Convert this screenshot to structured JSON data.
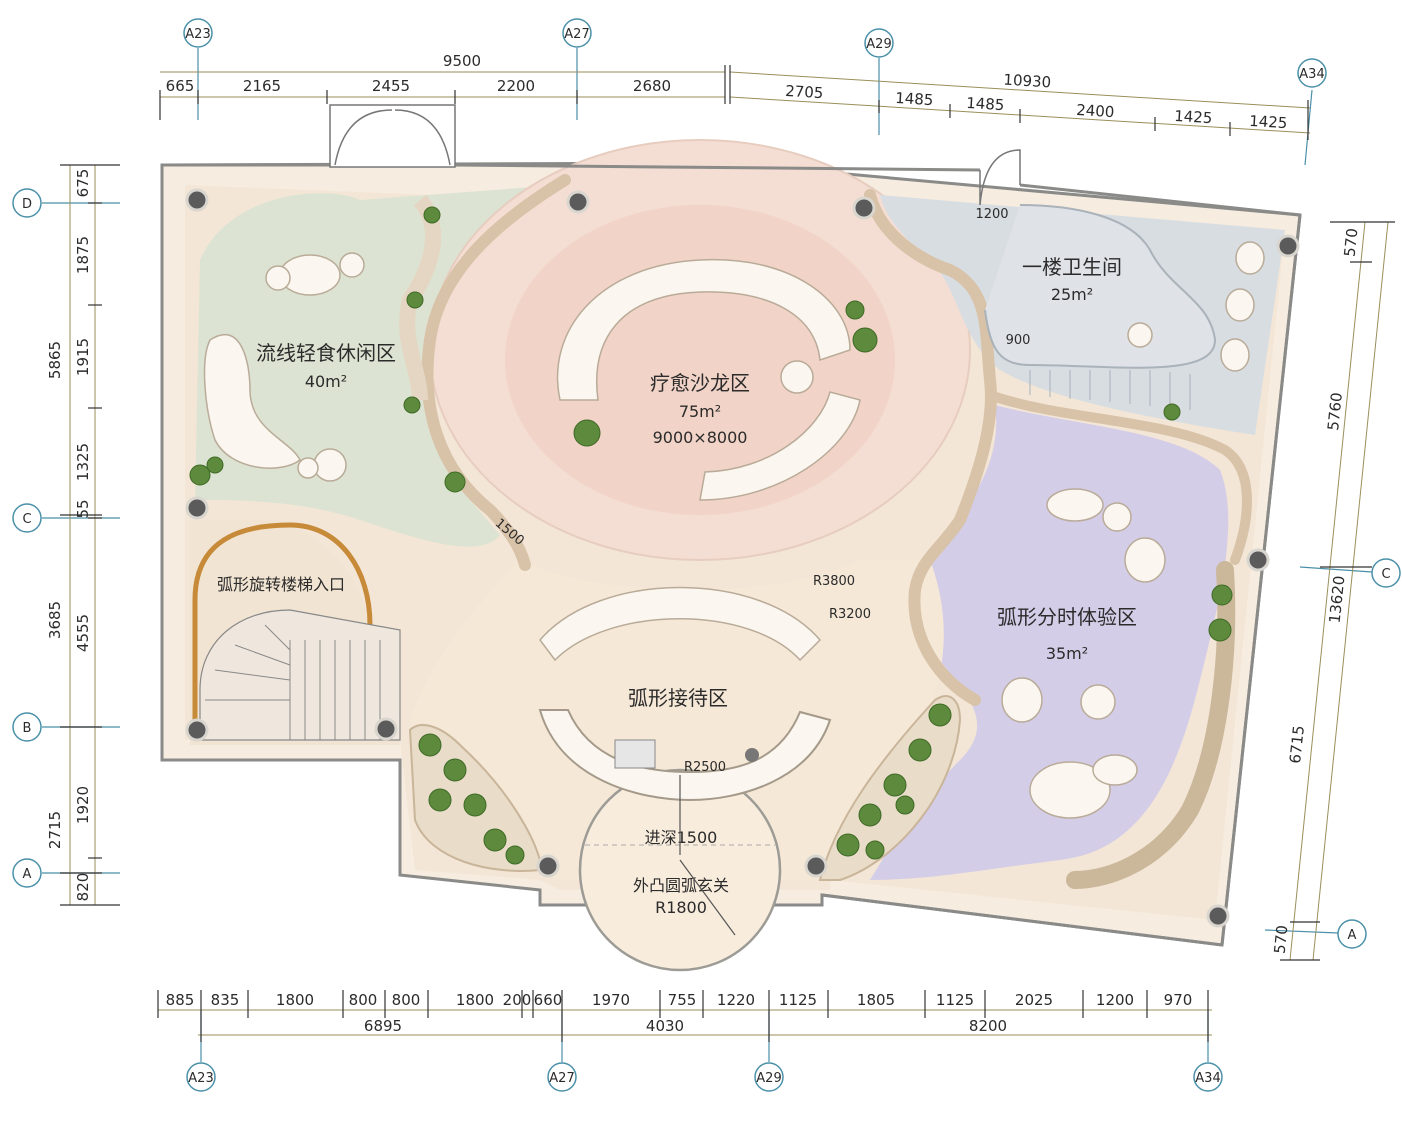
{
  "grid": {
    "a23": "A23",
    "a27": "A27",
    "a29": "A29",
    "a34": "A34",
    "d": "D",
    "c": "C",
    "b": "B",
    "a": "A"
  },
  "top_dims": {
    "total_left": "9500",
    "total_right": "10930",
    "left": [
      "665",
      "2165",
      "2455",
      "2200",
      "2680"
    ],
    "right": [
      "2705",
      "1485",
      "1485",
      "2400",
      "1425",
      "1425"
    ]
  },
  "bottom_dims": {
    "segments": [
      "885",
      "835",
      "1800",
      "800",
      "800",
      "1800",
      "200",
      "660",
      "1970",
      "755",
      "1220",
      "1125",
      "1805",
      "1125",
      "2025",
      "1200",
      "970"
    ],
    "totals": [
      "6895",
      "4030",
      "8200"
    ]
  },
  "left_dims": {
    "outer": [
      "5865",
      "3685",
      "2715"
    ],
    "inner": [
      "675",
      "1875",
      "1915",
      "1325",
      "55",
      "4555",
      "1920",
      "820"
    ]
  },
  "right_dims": {
    "outer": [
      "570",
      "5760",
      "13620",
      "6715",
      "570"
    ]
  },
  "rooms": {
    "salon": {
      "name": "疗愈沙龙区",
      "area": "75m²",
      "size": "9000×8000"
    },
    "snack": {
      "name": "流线轻食休闲区",
      "area": "40m²"
    },
    "wc": {
      "name": "一楼卫生间",
      "area": "25m²"
    },
    "exp": {
      "name": "弧形分时体验区",
      "area": "35m²"
    },
    "stair": {
      "name": "弧形旋转楼梯入口"
    },
    "reception": {
      "name": "弧形接待区"
    },
    "foyer": {
      "name": "外凸圆弧玄关",
      "radius": "R1800",
      "depth": "进深1500"
    }
  },
  "annotations": {
    "r3800": "R3800",
    "r3200": "R3200",
    "r2500": "R2500",
    "d1500": "1500",
    "d1200": "1200",
    "d900": "900"
  },
  "colors": {
    "salon": "#f4ddd3",
    "snack": "#dde3d2",
    "wc": "#d8dde2",
    "exp": "#d4cde8",
    "floor": "#f3e6d6",
    "plant": "#5d8a3c"
  }
}
